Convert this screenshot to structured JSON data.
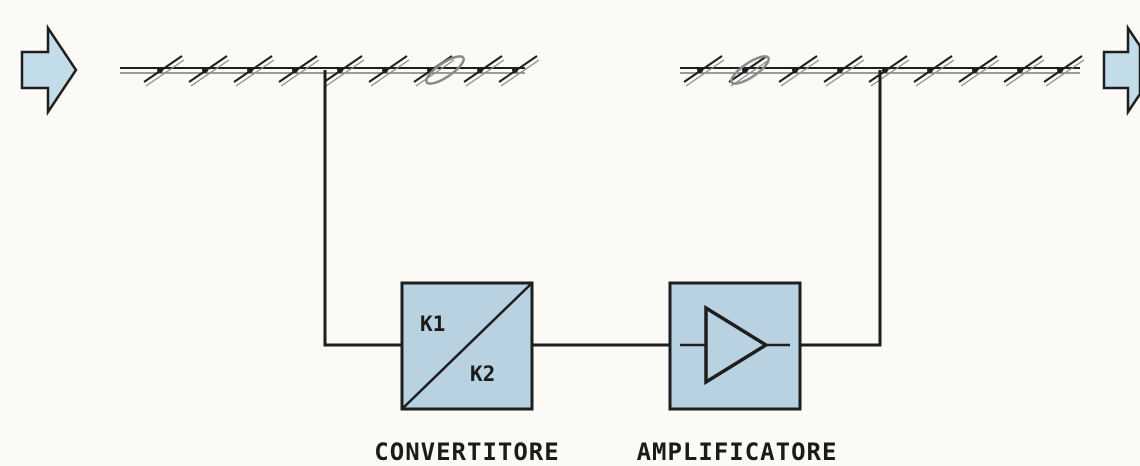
{
  "diagram": {
    "converter": {
      "label_top": "K1",
      "label_bottom": "K2",
      "caption": "CONVERTITORE"
    },
    "amplifier": {
      "caption": "AMPLIFICATORE"
    },
    "colors": {
      "block_fill": "#b9d2e2",
      "arrow_fill": "#c3dce9",
      "line": "#1e1e1e",
      "background": "#fbfaf6"
    }
  }
}
